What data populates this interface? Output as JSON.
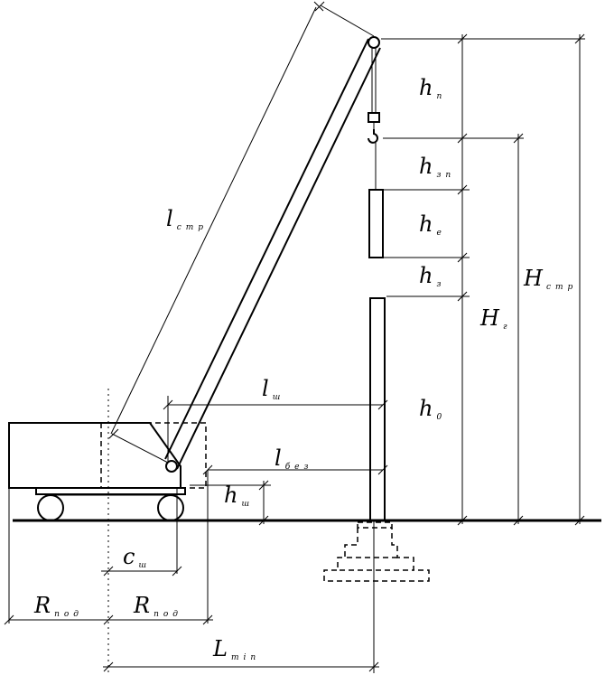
{
  "labels": {
    "h_p": {
      "base": "h",
      "sub": "п"
    },
    "h_zp": {
      "base": "h",
      "sub": "зп"
    },
    "h_e": {
      "base": "h",
      "sub": "е"
    },
    "h_z": {
      "base": "h",
      "sub": "з"
    },
    "h_0": {
      "base": "h",
      "sub": "0"
    },
    "l_str": {
      "base": "l",
      "sub": "стр"
    },
    "H_str": {
      "base": "H",
      "sub": "стр"
    },
    "H_g": {
      "base": "H",
      "sub": "г"
    },
    "l_sh": {
      "base": "l",
      "sub": "ш"
    },
    "l_bez": {
      "base": "l",
      "sub": "без"
    },
    "h_sh": {
      "base": "h",
      "sub": "ш"
    },
    "c_sh": {
      "base": "c",
      "sub": "ш"
    },
    "R_pod_1": {
      "base": "R",
      "sub": "под"
    },
    "R_pod_2": {
      "base": "R",
      "sub": "под"
    },
    "L_min": {
      "base": "L",
      "sub": "min"
    }
  }
}
